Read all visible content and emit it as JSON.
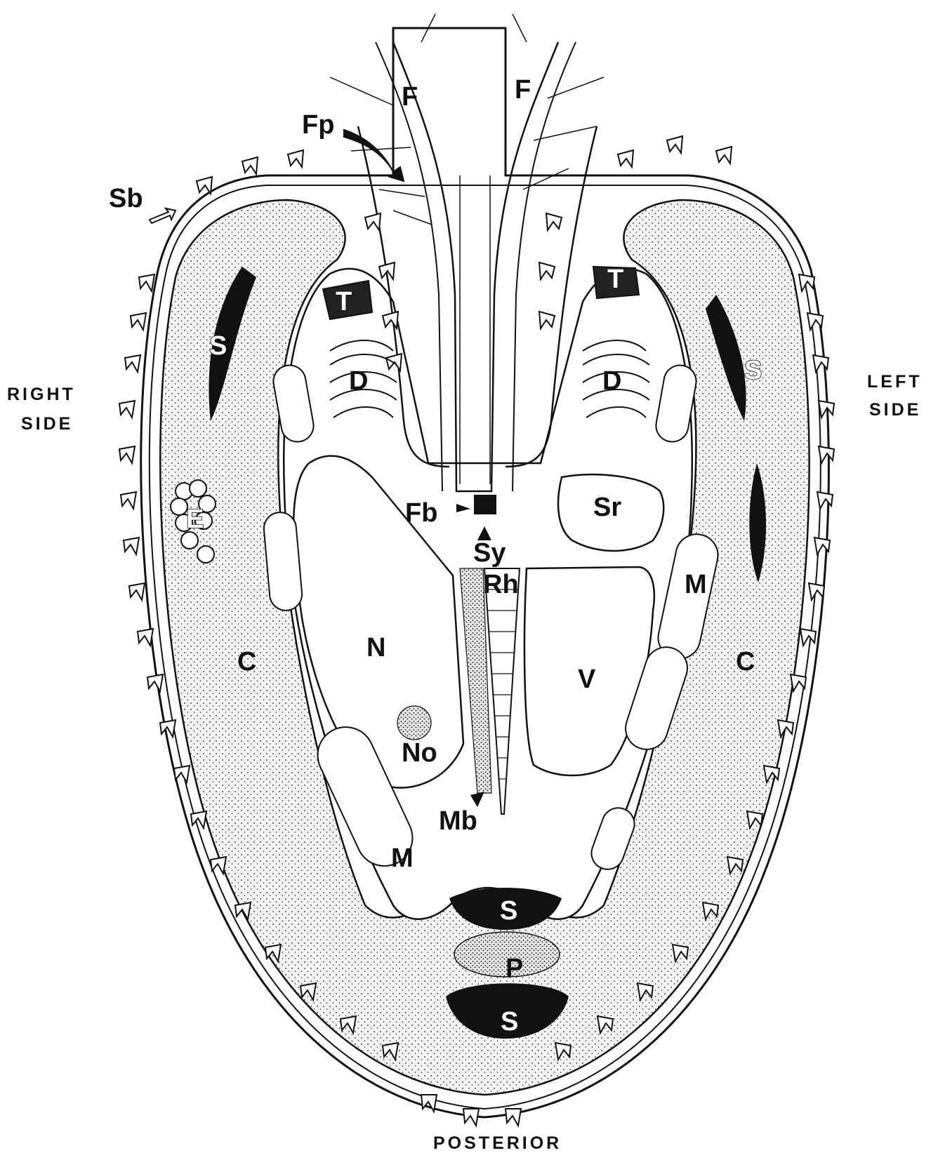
{
  "labels": {
    "F": "F",
    "Fp": "Fp",
    "Sb": "Sb",
    "T": "T",
    "S": "S",
    "D": "D",
    "E": "E",
    "C": "C",
    "N": "N",
    "No": "No",
    "M": "M",
    "Fb": "Fb",
    "Sy": "Sy",
    "Rh": "Rh",
    "V": "V",
    "Sr": "Sr",
    "Mb": "Mb",
    "P": "P"
  },
  "orientation": {
    "right_line1": "RIGHT",
    "right_line2": "SIDE",
    "left_line1": "LEFT",
    "left_line2": "SIDE",
    "posterior": "POSTERIOR"
  },
  "colors": {
    "ink": "#111111",
    "paper": "#ffffff",
    "stipple": "#f1f1f1"
  }
}
